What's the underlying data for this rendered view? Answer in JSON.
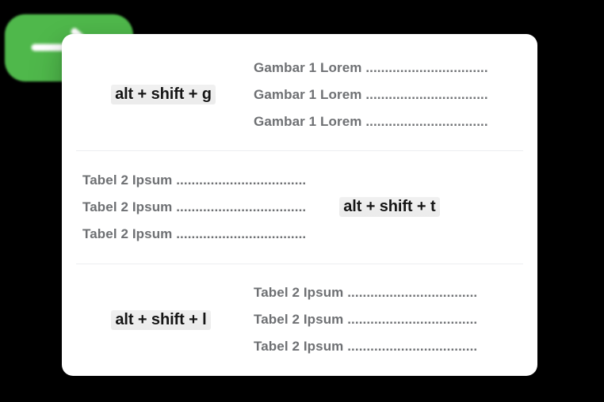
{
  "background_color": "#000000",
  "badge": {
    "name": "shortcut-indicator-badge",
    "color": "#4FB84B",
    "icon": "arrow-right-icon",
    "label": ""
  },
  "card": {
    "background_color": "#ffffff",
    "divider_color": "#eceef0",
    "text_color": "#6e7073",
    "shortcut_text_color": "#151515",
    "sections": [
      {
        "id": "section-gambar",
        "layout": "shortcut-left",
        "shortcut": "alt + shift + g",
        "items": [
          "Gambar 1 Lorem ................................",
          "Gambar 1 Lorem ................................",
          "Gambar 1 Lorem ................................"
        ]
      },
      {
        "id": "section-tabel-top",
        "layout": "list-left",
        "shortcut": "alt + shift + t",
        "items": [
          "Tabel 2 Ipsum ..................................",
          "Tabel 2 Ipsum ..................................",
          "Tabel 2 Ipsum .................................."
        ]
      },
      {
        "id": "section-tabel-bottom",
        "layout": "shortcut-left",
        "shortcut": "alt + shift + l",
        "items": [
          "Tabel 2 Ipsum ..................................",
          "Tabel 2 Ipsum ..................................",
          "Tabel 2 Ipsum .................................."
        ]
      }
    ]
  }
}
